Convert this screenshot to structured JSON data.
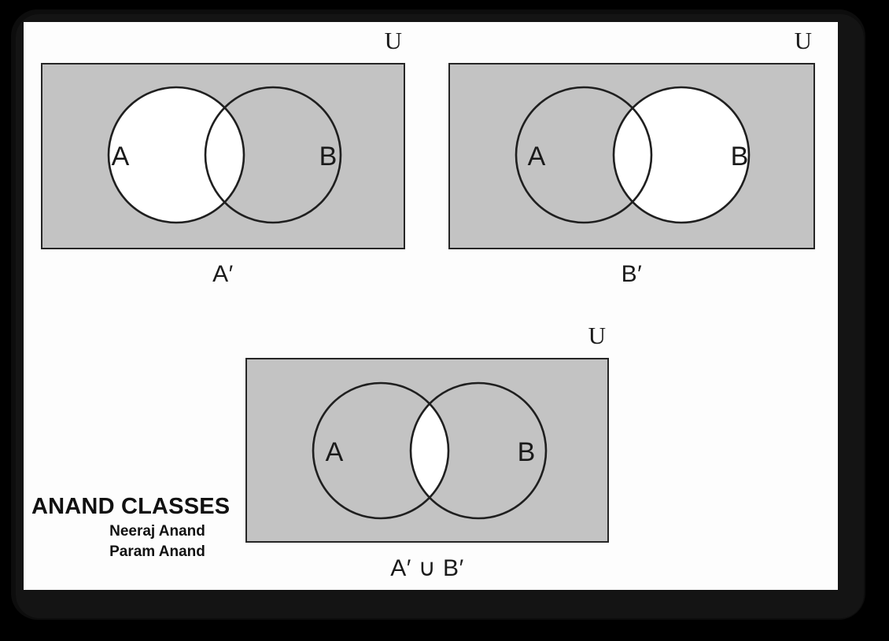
{
  "page": {
    "background_color": "#fdfdfd",
    "frame_color": "#000000"
  },
  "palette": {
    "shaded_region": "#c3c3c3",
    "unshaded_region": "#ffffff",
    "outline": "#262626",
    "text": "#1a1a1a"
  },
  "diagrams": [
    {
      "id": "a-complement",
      "universe_label": "U",
      "caption": "A′",
      "set_a_label": "A",
      "set_b_label": "B",
      "shading_description": "Everything shaded except circle A (A and the intersection are unshaded)"
    },
    {
      "id": "b-complement",
      "universe_label": "U",
      "caption": "B′",
      "set_a_label": "A",
      "set_b_label": "B",
      "shading_description": "Everything shaded except circle B (B and the intersection are unshaded)"
    },
    {
      "id": "a-complement-union-b-complement",
      "universe_label": "U",
      "caption": "A′ ∪ B′",
      "set_a_label": "A",
      "set_b_label": "B",
      "shading_description": "Everything shaded except the intersection lens of A and B"
    }
  ],
  "watermark": {
    "title": "ANAND CLASSES",
    "line1": "Neeraj Anand",
    "line2": "Param Anand"
  }
}
